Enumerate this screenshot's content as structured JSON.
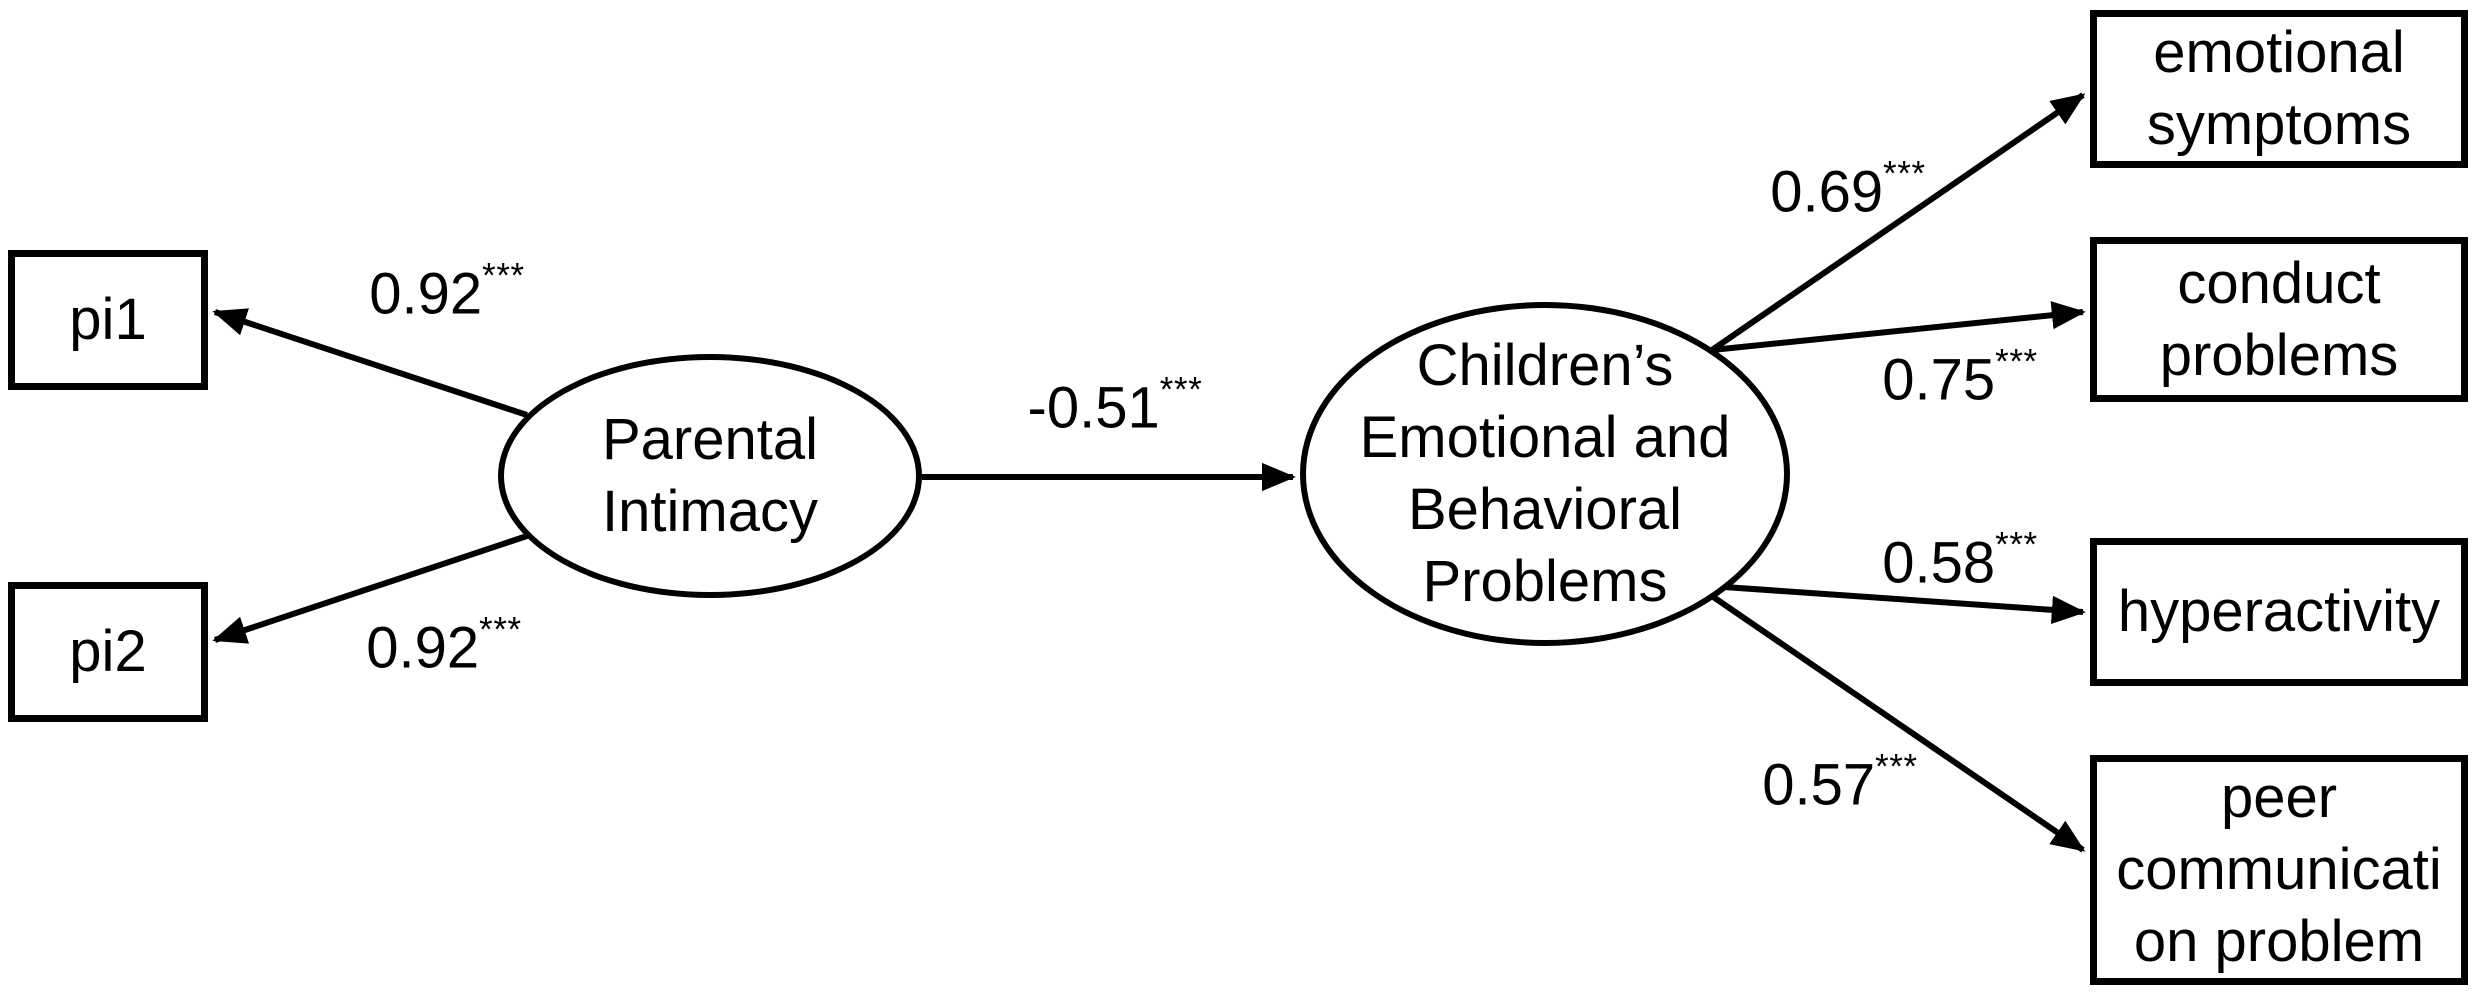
{
  "figure": {
    "background": "#ffffff",
    "stroke_color": "#000000",
    "latent_variables": [
      {
        "id": "parental-intimacy",
        "lines": [
          "Parental",
          "Intimacy"
        ]
      },
      {
        "id": "children-emotional-behavioral-problems",
        "lines": [
          "Children’s",
          "Emotional and",
          "Behavioral",
          "Problems"
        ]
      }
    ],
    "observed_variables": [
      {
        "id": "pi1",
        "lines": [
          "pi1"
        ]
      },
      {
        "id": "pi2",
        "lines": [
          "pi2"
        ]
      },
      {
        "id": "emotional-symptoms",
        "lines": [
          "emotional",
          "symptoms"
        ]
      },
      {
        "id": "conduct-problems",
        "lines": [
          "conduct",
          "problems"
        ]
      },
      {
        "id": "hyperactivity",
        "lines": [
          "hyperactivity"
        ]
      },
      {
        "id": "peer-communication-problem",
        "lines": [
          "peer",
          "communicati",
          "on problem"
        ]
      }
    ],
    "path_coefficients": [
      {
        "from": "Parental Intimacy",
        "to": "pi1",
        "value": "0.92",
        "stars": "***"
      },
      {
        "from": "Parental Intimacy",
        "to": "pi2",
        "value": "0.92",
        "stars": "***"
      },
      {
        "from": "Parental Intimacy",
        "to": "Children’s Emotional and Behavioral Problems",
        "value": "-0.51",
        "stars": "***"
      },
      {
        "from": "Children’s Emotional and Behavioral Problems",
        "to": "emotional symptoms",
        "value": "0.69",
        "stars": "***"
      },
      {
        "from": "Children’s Emotional and Behavioral Problems",
        "to": "conduct problems",
        "value": "0.75",
        "stars": "***"
      },
      {
        "from": "Children’s Emotional and Behavioral Problems",
        "to": "hyperactivity",
        "value": "0.58",
        "stars": "***"
      },
      {
        "from": "Children’s Emotional and Behavioral Problems",
        "to": "peer communication problem",
        "value": "0.57",
        "stars": "***"
      }
    ]
  }
}
